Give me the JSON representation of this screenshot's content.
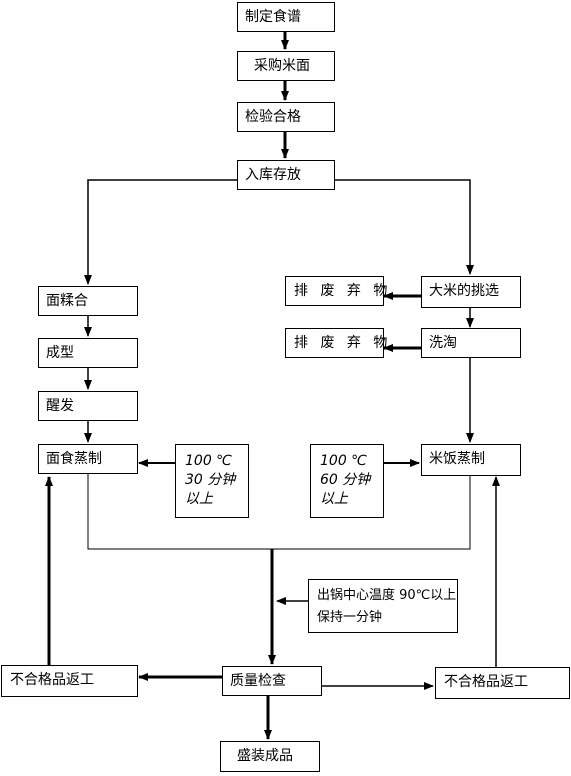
{
  "nodes": {
    "make_recipe": "制定食谱",
    "purchase": "采购米面",
    "inspect_pass": "检验合格",
    "store": "入库存放",
    "knead": "面糅合",
    "shape": "成型",
    "proof": "醒发",
    "steam_flour": "面食蒸制",
    "note_flour": "100 ℃ 30 分钟以上",
    "discard_1": "排 废 弃 物",
    "rice_select": "大米的挑选",
    "discard_2": "排 废 弃 物",
    "wash": "洗淘",
    "note_rice": "100 ℃ 60 分钟以上",
    "steam_rice": "米饭蒸制",
    "core_temp_note": "出锅中心温度 90℃以上保持一分钟",
    "rework_left": "不合格品返工",
    "quality_check": "质量检查",
    "rework_right": "不合格品返工",
    "packaged": "盛装成品"
  }
}
